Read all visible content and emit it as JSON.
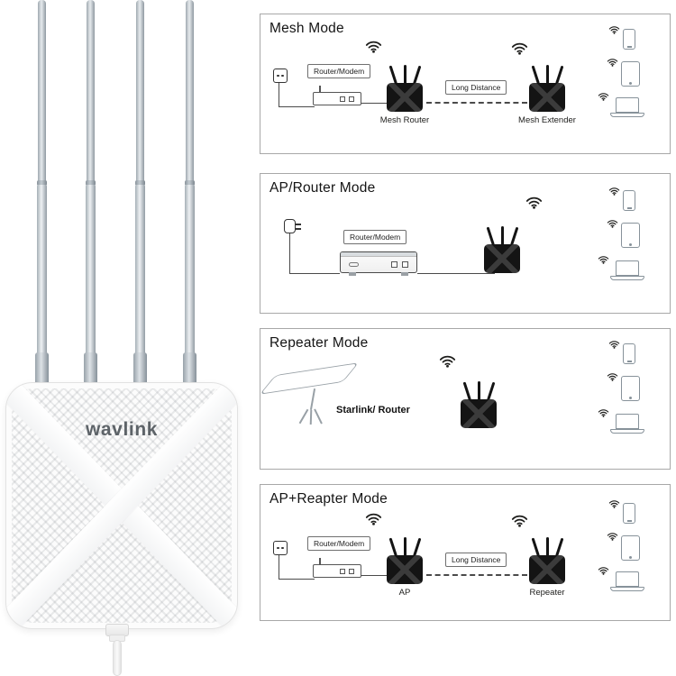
{
  "product": {
    "brand": "wavlink"
  },
  "colors": {
    "panel_border": "#a8a8a8",
    "device_black": "#141414",
    "antenna_silver": "#c6ced4",
    "client_outline": "#87929a",
    "text": "#1d1d1b"
  },
  "icons": {
    "wifi": "wifi-arcs",
    "power_outlet": "outlet-square-with-cord",
    "power_plug": "plug-two-prong",
    "router_modem_small": "flat-box-with-ports",
    "router_modem_large": "box-with-ports-and-feet",
    "starlink_dish": "dish-on-tripod",
    "phone": "rounded-rect-outline",
    "tablet": "rounded-rect-outline",
    "laptop": "screen-and-base-outline"
  },
  "panels": [
    {
      "title": "Mesh Mode",
      "modem_label": "Router/Modem",
      "distance_label": "Long Distance",
      "device_a_label": "Mesh Router",
      "device_b_label": "Mesh Extender"
    },
    {
      "title": "AP/Router Mode",
      "modem_label": "Router/Modem"
    },
    {
      "title": "Repeater Mode",
      "source_label": "Starlink/ Router"
    },
    {
      "title": "AP+Reapter Mode",
      "modem_label": "Router/Modem",
      "distance_label": "Long Distance",
      "device_a_label": "AP",
      "device_b_label": "Repeater"
    }
  ]
}
